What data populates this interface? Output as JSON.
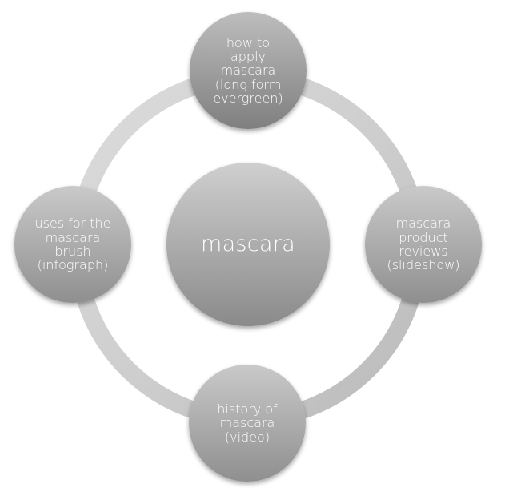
{
  "diagram": {
    "center": {
      "label": "mascara"
    },
    "nodes": {
      "top": {
        "label": "how to\napply\nmascara\n(long form\nevergreen)"
      },
      "right": {
        "label": "mascara\nproduct\nreviews\n(slideshow)"
      },
      "bottom": {
        "label": "history of\nmascara\n(video)"
      },
      "left": {
        "label": "uses for the\nmascara\nbrush\n(infograph)"
      }
    }
  },
  "colors": {
    "background": "#ffffff",
    "ring": "#cfcfcf",
    "node_light": "#c4c4c4",
    "node_dark": "#8e8e8e",
    "text": "#ffffff"
  }
}
